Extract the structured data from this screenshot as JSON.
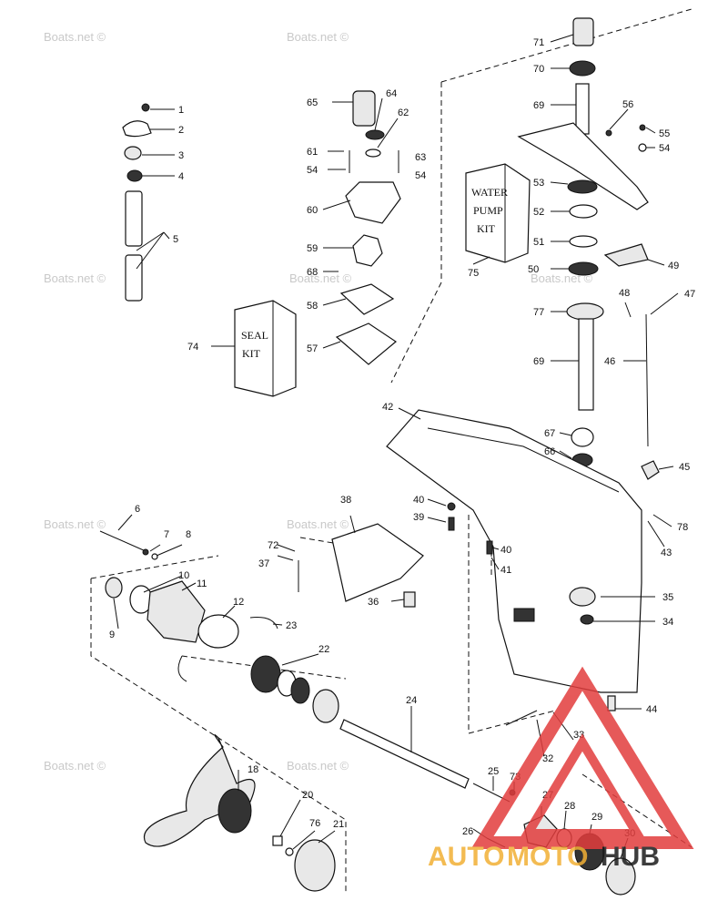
{
  "watermark": {
    "text": "Boats.net ©"
  },
  "brand": {
    "part1": "AUTO",
    "part2": "MOTO",
    "part3": "HUB",
    "color_main": "#f2b035",
    "color_dark": "#1c1c1c",
    "triangle_color": "#e23d3d"
  },
  "kits": {
    "water_pump_line1": "WATER",
    "water_pump_line2": "PUMP",
    "water_pump_line3": "KIT",
    "seal_line1": "SEAL",
    "seal_line2": "KIT"
  },
  "callouts": {
    "c1": "1",
    "c2": "2",
    "c3": "3",
    "c4": "4",
    "c5": "5",
    "c6": "6",
    "c7": "7",
    "c8": "8",
    "c9": "9",
    "c10": "10",
    "c11": "11",
    "c12": "12",
    "c18": "18",
    "c20": "20",
    "c21": "21",
    "c22": "22",
    "c23": "23",
    "c24": "24",
    "c25": "25",
    "c26": "26",
    "c27": "27",
    "c28": "28",
    "c29": "29",
    "c30": "30",
    "c32": "32",
    "c33": "33",
    "c34": "34",
    "c35": "35",
    "c36": "36",
    "c37": "37",
    "c38": "38",
    "c39": "39",
    "c40a": "40",
    "c40b": "40",
    "c41": "41",
    "c42": "42",
    "c43": "43",
    "c44": "44",
    "c45": "45",
    "c46": "46",
    "c47": "47",
    "c48": "48",
    "c49": "49",
    "c50": "50",
    "c51": "51",
    "c52": "52",
    "c53": "53",
    "c54a": "54",
    "c54b": "54",
    "c54c": "54",
    "c55": "55",
    "c56": "56",
    "c57": "57",
    "c58": "58",
    "c59": "59",
    "c60": "60",
    "c61": "61",
    "c62": "62",
    "c63": "63",
    "c64": "64",
    "c65": "65",
    "c66": "66",
    "c67": "67",
    "c68": "68",
    "c69a": "69",
    "c69b": "69",
    "c70": "70",
    "c71": "71",
    "c72": "72",
    "c73": "73",
    "c74": "74",
    "c75": "75",
    "c76": "76",
    "c77": "77",
    "c78": "78"
  }
}
